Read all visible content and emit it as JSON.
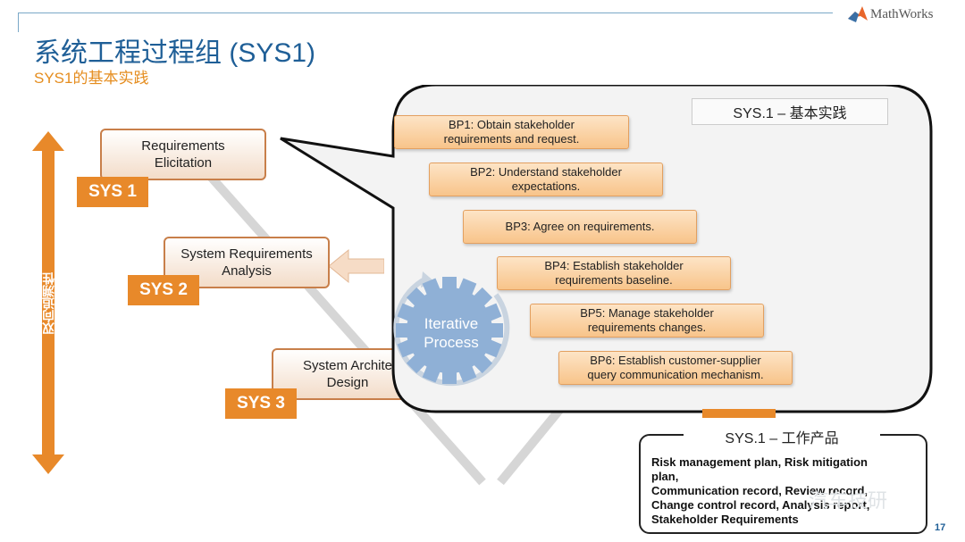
{
  "header": {
    "logo_text": "MathWorks",
    "title": "系统工程过程组 (SYS1)",
    "subtitle": "SYS1的基本实践"
  },
  "axis": {
    "label": "双向追溯性"
  },
  "stages": [
    {
      "label_line1": "Requirements",
      "label_line2": "Elicitation",
      "tag": "SYS 1"
    },
    {
      "label_line1": "System Requirements",
      "label_line2": "Analysis",
      "tag": "SYS 2"
    },
    {
      "label_line1": "System Archite",
      "label_line2": "Design",
      "tag": "SYS 3"
    }
  ],
  "base_practices": {
    "title": "SYS.1 – 基本实践",
    "items": [
      {
        "line1": "BP1: Obtain stakeholder",
        "line2": "requirements and request."
      },
      {
        "line1": "BP2: Understand stakeholder",
        "line2": "expectations."
      },
      {
        "line1": "BP3: Agree on requirements.",
        "line2": ""
      },
      {
        "line1": "BP4: Establish stakeholder",
        "line2": "requirements baseline."
      },
      {
        "line1": "BP5: Manage stakeholder",
        "line2": "requirements changes."
      },
      {
        "line1": "BP6: Establish customer-supplier",
        "line2": "query communication mechanism."
      }
    ],
    "gear_line1": "Iterative",
    "gear_line2": "Process"
  },
  "work_products": {
    "title": "SYS.1 – 工作产品",
    "lines": [
      "Risk management plan, Risk mitigation",
      "plan,",
      "Communication record, Review record,",
      "Change control record, Analysis report,",
      "Stakeholder Requirements"
    ]
  },
  "watermark": "汽车技研",
  "page_number": "17",
  "colors": {
    "accent_orange": "#e8892a",
    "title_blue": "#1f5f97",
    "gear_blue": "#8fb0d6"
  }
}
